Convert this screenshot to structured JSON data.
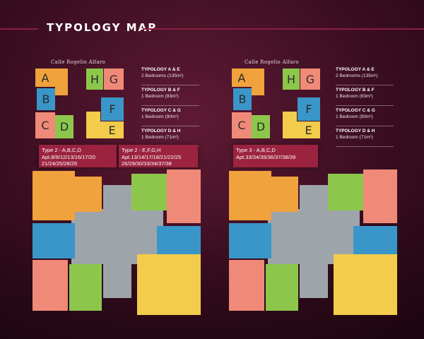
{
  "page": {
    "title": "TYPOLOGY MAP"
  },
  "colors": {
    "A": "#f0a23c",
    "B": "#3a96c8",
    "C": "#f08a78",
    "D": "#8cc74c",
    "E": "#f2cc4a",
    "F": "#3a96c8",
    "G": "#f08a78",
    "H": "#8cc74c",
    "background": "#3c0e22",
    "accent": "#9b2340",
    "core": "#9ea5aa"
  },
  "panels": [
    {
      "street": "Calle Rogelio Alfaro",
      "blocks": {
        "A": "A",
        "B": "B",
        "C": "C",
        "D": "D",
        "E": "E",
        "F": "F",
        "G": "G",
        "H": "H"
      },
      "legend": [
        {
          "title": "TYPOLOGY A & E",
          "desc": "2 Bedrooms (135m²)"
        },
        {
          "title": "TYPOLOGY B & F",
          "desc": "1 Bedroom (93m²)"
        },
        {
          "title": "TYPOLOGY C & G",
          "desc": "1 Bedroom (90m²)"
        },
        {
          "title": "TYPOLOGY D & H",
          "desc": "1 Bedroom (71m²)"
        }
      ],
      "apartments": [
        {
          "type": "Type 2 - A,B,C,D",
          "line1": "Apt.8/9/12/13/16/17/20",
          "line2": "21/24/25/28/29"
        },
        {
          "type": "Type 2 - E,F,G,H",
          "line1": "Apt.13/14/17/18/21/22/25",
          "line2": "26/29/30/33/34/37/38"
        }
      ]
    },
    {
      "street": "Calle Rogelio Alfaro",
      "blocks": {
        "A": "A",
        "B": "B",
        "C": "C",
        "D": "D",
        "E": "E",
        "F": "F",
        "G": "G",
        "H": "H"
      },
      "legend": [
        {
          "title": "TYPOLOGY A & E",
          "desc": "2 Bedrooms (135m²)"
        },
        {
          "title": "TYPOLOGY B & F",
          "desc": "1 Bedroom (93m²)"
        },
        {
          "title": "TYPOLOGY C & G",
          "desc": "1 Bedroom (90m²)"
        },
        {
          "title": "TYPOLOGY D & H",
          "desc": "1 Bedroom (71m²)"
        }
      ],
      "apartments": [
        {
          "type": "Type 3 - A,B,C,D",
          "line1": "Apt.33/34/35/36/37/38/39",
          "line2": ""
        }
      ]
    }
  ]
}
